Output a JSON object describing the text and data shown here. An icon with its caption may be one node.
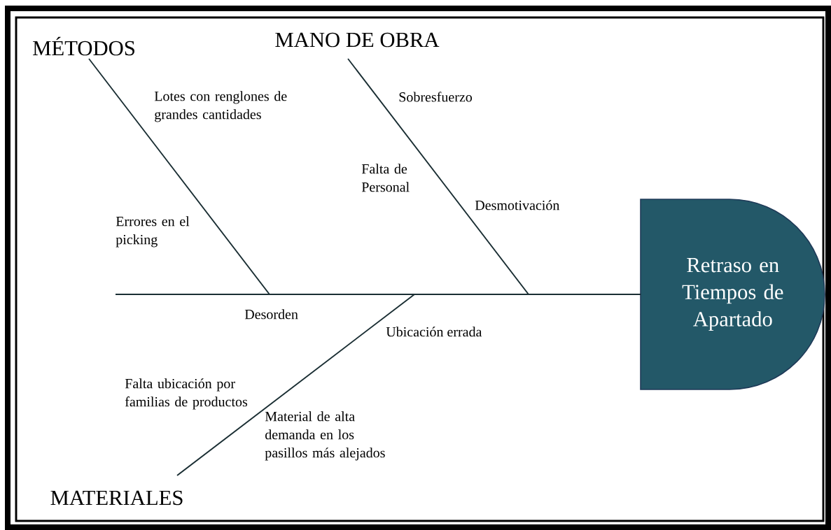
{
  "diagram": {
    "nodes": [
      {
        "text": [
          "MÉTODOS"
        ]
      },
      {
        "text": [
          "MANO DE OBRA"
        ]
      },
      {
        "text": [
          "MATERIALES"
        ]
      },
      {
        "text": [
          "Retraso en Tiempos de Apartado"
        ]
      }
    ],
    "edges": [
      {
        "from": 0,
        "to": 3,
        "arrow": "none"
      },
      {
        "from": 1,
        "to": 3,
        "arrow": "none"
      },
      {
        "from": 2,
        "to": 3,
        "arrow": "none"
      },
      {
        "from": null,
        "to": 3,
        "arrow": "none"
      }
    ],
    "labels": [
      "Lotes con renglones de grandes cantidades",
      "Sobresfuerzo",
      "Falta de Personal",
      "Desmotivación",
      "Errores en el picking",
      "Desorden",
      "Ubicación errada",
      "Falta ubicación por familias de productos",
      "Material de alta demanda en los pasillos más alejados"
    ]
  }
}
